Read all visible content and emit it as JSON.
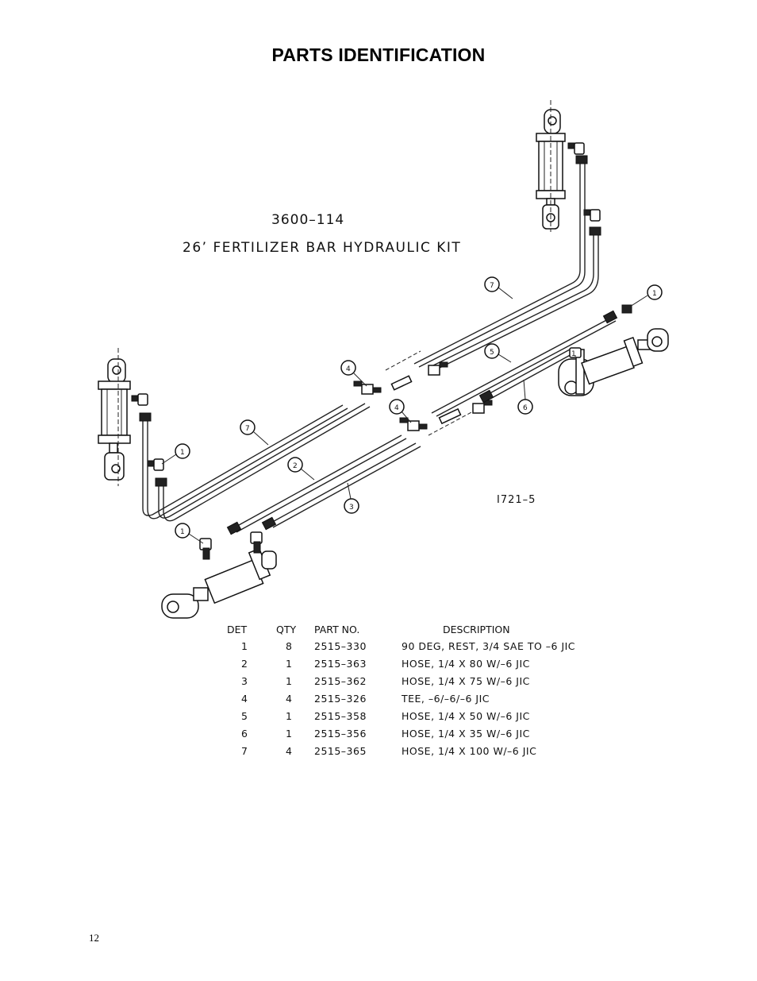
{
  "page": {
    "title": "PARTS IDENTIFICATION",
    "page_number": "12"
  },
  "diagram": {
    "kit_number": "3600–114",
    "kit_title": "26’ FERTILIZER BAR HYDRAULIC KIT",
    "drawing_ref": "I721–5",
    "balloons": [
      "1",
      "1",
      "1",
      "1",
      "2",
      "3",
      "4",
      "4",
      "5",
      "6",
      "7",
      "7"
    ]
  },
  "parts_table": {
    "headers": {
      "det": "DET",
      "qty": "QTY",
      "part_no": "PART NO.",
      "description": "DESCRIPTION"
    },
    "rows": [
      {
        "det": "1",
        "qty": "8",
        "part_no": "2515–330",
        "description": "90 DEG, REST, 3/4 SAE TO –6 JIC"
      },
      {
        "det": "2",
        "qty": "1",
        "part_no": "2515–363",
        "description": "HOSE, 1/4 X 80 W/–6 JIC"
      },
      {
        "det": "3",
        "qty": "1",
        "part_no": "2515–362",
        "description": "HOSE, 1/4 X 75 W/–6 JIC"
      },
      {
        "det": "4",
        "qty": "4",
        "part_no": "2515–326",
        "description": "TEE, –6/–6/–6 JIC"
      },
      {
        "det": "5",
        "qty": "1",
        "part_no": "2515–358",
        "description": "HOSE, 1/4 X 50 W/–6 JIC"
      },
      {
        "det": "6",
        "qty": "1",
        "part_no": "2515–356",
        "description": "HOSE, 1/4 X 35 W/–6 JIC"
      },
      {
        "det": "7",
        "qty": "4",
        "part_no": "2515–365",
        "description": "HOSE, 1/4 X 100 W/–6 JIC"
      }
    ]
  }
}
